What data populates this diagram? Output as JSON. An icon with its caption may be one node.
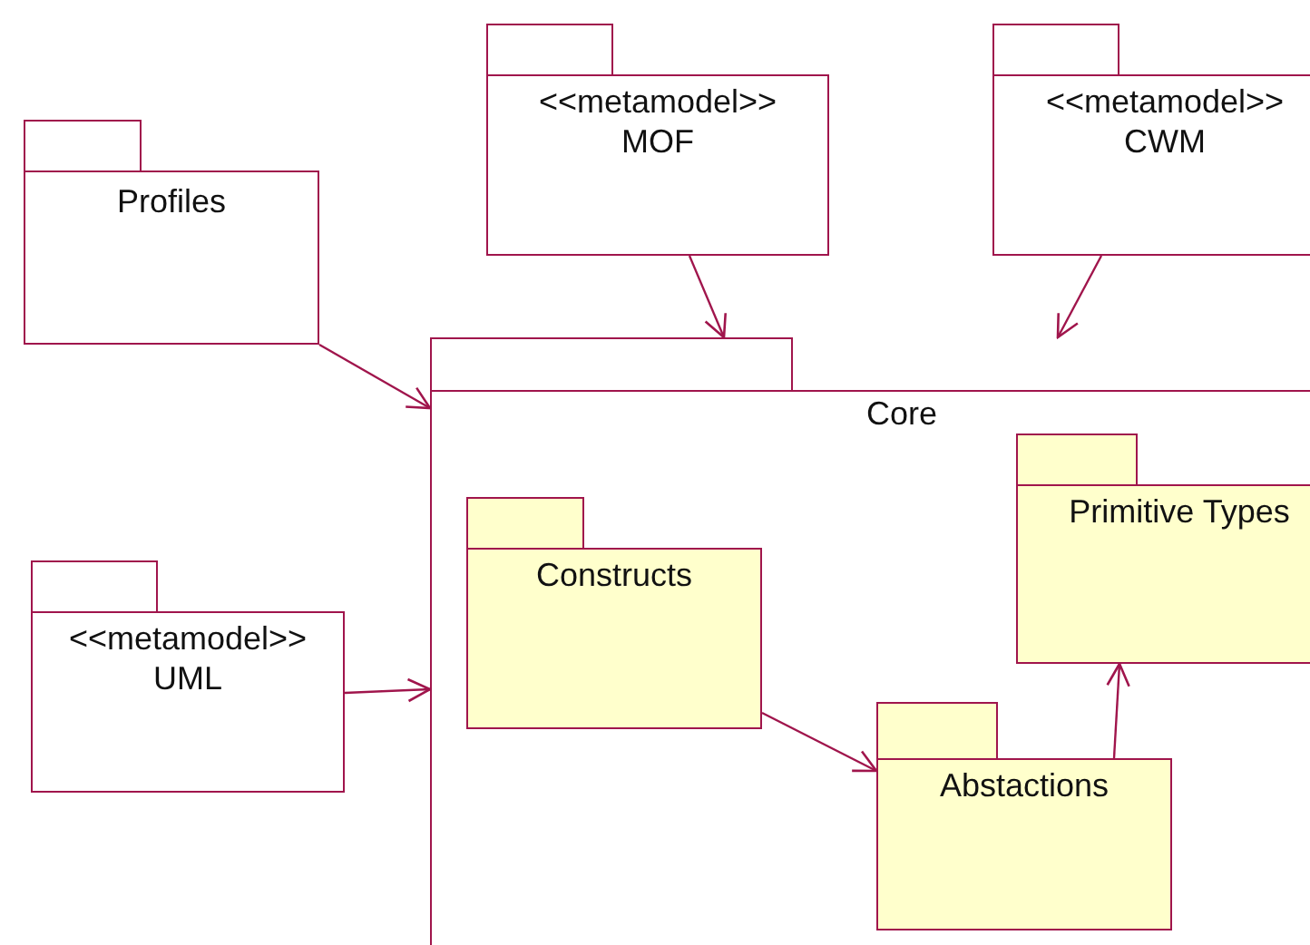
{
  "diagram": {
    "nodes": [
      {
        "text": [
          "Profiles"
        ]
      },
      {
        "text": [
          "<<metamodel>>",
          "MOF"
        ]
      },
      {
        "text": [
          "<<metamodel>>",
          "CWM"
        ]
      },
      {
        "text": [
          "<<metamodel>>",
          "UML"
        ]
      },
      {
        "text": [
          "Core"
        ]
      },
      {
        "text": [
          "Primitive Types"
        ],
        "in": 4
      },
      {
        "text": [
          "Constructs"
        ],
        "in": 4
      },
      {
        "text": [
          "Abstactions"
        ],
        "in": 4
      }
    ],
    "edges": [
      {
        "from": 0,
        "to": 4,
        "arrow": "to"
      },
      {
        "from": 1,
        "to": 4,
        "arrow": "to"
      },
      {
        "from": 2,
        "to": 4,
        "arrow": "to"
      },
      {
        "from": 3,
        "to": 4,
        "arrow": "to"
      },
      {
        "from": 6,
        "to": 7,
        "arrow": "to"
      },
      {
        "from": 7,
        "to": 5,
        "arrow": "to"
      }
    ]
  }
}
